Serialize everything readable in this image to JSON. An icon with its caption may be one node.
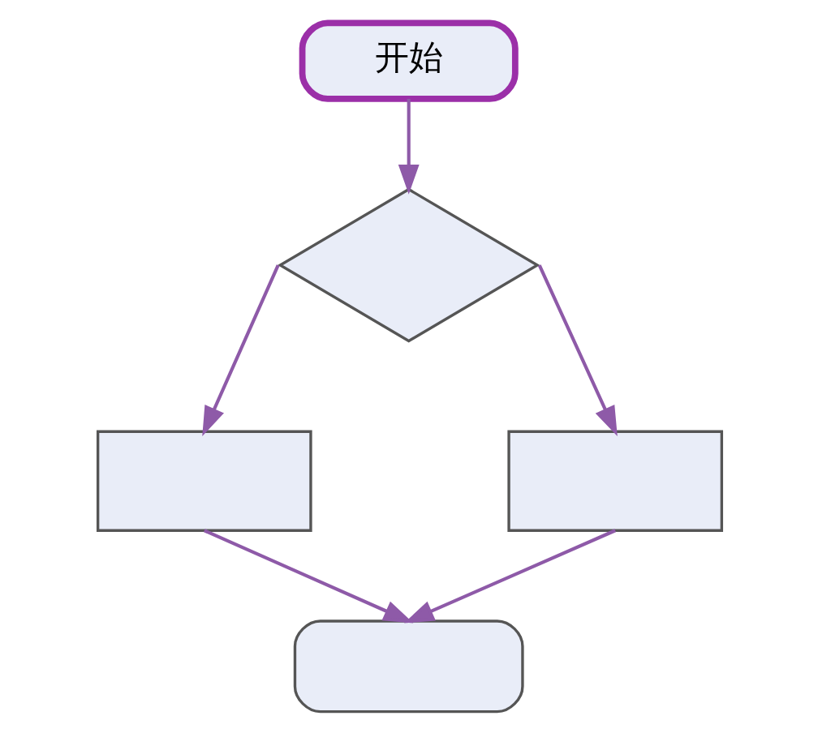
{
  "diagram": {
    "nodes": [
      {
        "text": [
          "开始"
        ]
      },
      {
        "text": [],
        "shape": "diamond"
      },
      {
        "text": [],
        "shape": "box"
      },
      {
        "text": [],
        "shape": "box"
      },
      {
        "text": [],
        "shape": "capsule"
      }
    ],
    "edges": [
      {
        "from": 0,
        "to": 1,
        "arrow": "to"
      },
      {
        "from": 1,
        "to": 2,
        "arrow": "to"
      },
      {
        "from": 1,
        "to": 3,
        "arrow": "to"
      },
      {
        "from": 2,
        "to": 4,
        "arrow": "to"
      },
      {
        "from": 3,
        "to": 4,
        "arrow": "to"
      }
    ]
  }
}
